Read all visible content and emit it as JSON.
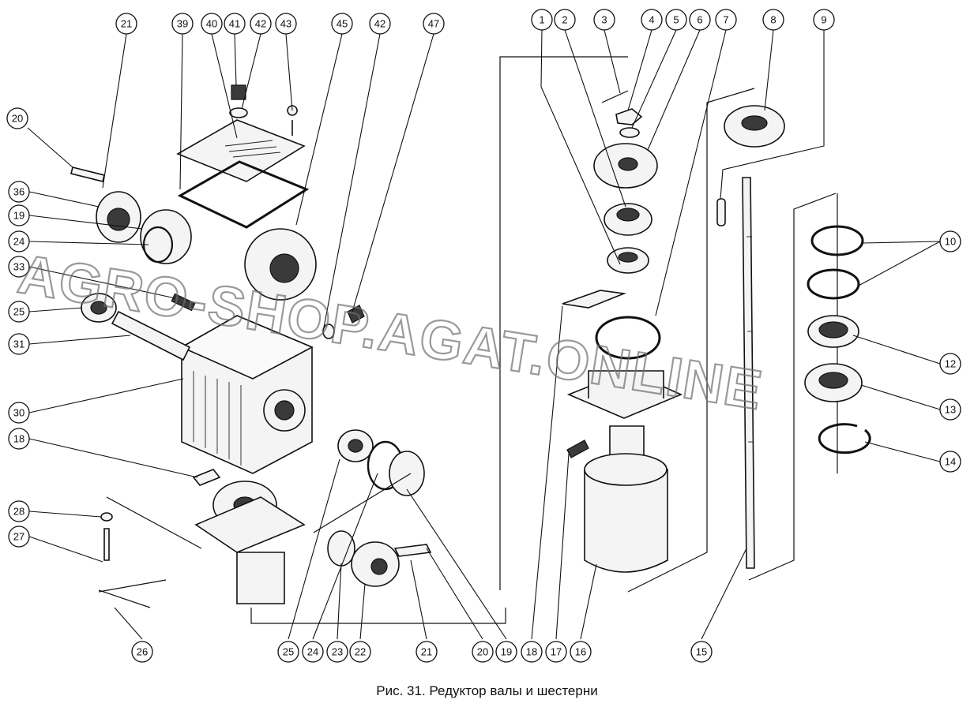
{
  "caption": "Рис. 31. Редуктор валы и шестерни",
  "watermark": "AGRO-SHOP.AGAT.ONLINE",
  "callouts": [
    "21",
    "39",
    "40",
    "41",
    "42",
    "43",
    "45",
    "42",
    "47",
    "1",
    "2",
    "3",
    "4",
    "5",
    "6",
    "7",
    "8",
    "9",
    "20",
    "36",
    "19",
    "24",
    "33",
    "25",
    "31",
    "30",
    "18",
    "28",
    "27",
    "26",
    "10",
    "12",
    "13",
    "14",
    "25",
    "24",
    "23",
    "22",
    "21",
    "20",
    "19",
    "18",
    "17",
    "16",
    "15"
  ]
}
